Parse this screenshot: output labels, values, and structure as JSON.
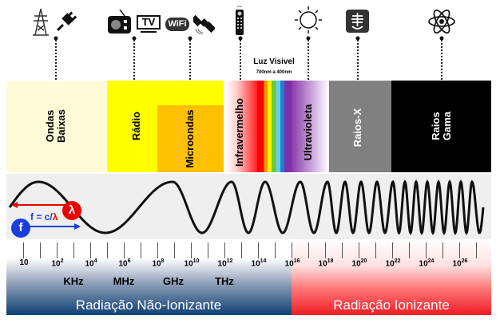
{
  "bands": {
    "ondas_baixas": [
      "Ondas",
      "Baixas"
    ],
    "radio": "Rádio",
    "microondas": "Microondas",
    "infravermelho": "Infravermelho",
    "luz_visivel": "Luz Visivel",
    "luz_visivel_range": "700nm a 400nm",
    "ultravioleta": "Ultravioleta",
    "raios_x": "Raios-X",
    "raios_gama": [
      "Raios",
      "Gama"
    ]
  },
  "formula": {
    "f": "f",
    "lambda": "λ",
    "text_prefix": "f = c/",
    "text_lambda": "λ"
  },
  "frequency_ticks": [
    {
      "base": "10",
      "exp": ""
    },
    {
      "base": "10",
      "exp": "2"
    },
    {
      "base": "10",
      "exp": "4"
    },
    {
      "base": "10",
      "exp": "6"
    },
    {
      "base": "10",
      "exp": "8"
    },
    {
      "base": "10",
      "exp": "10"
    },
    {
      "base": "10",
      "exp": "12"
    },
    {
      "base": "10",
      "exp": "14"
    },
    {
      "base": "10",
      "exp": "16"
    },
    {
      "base": "10",
      "exp": "18"
    },
    {
      "base": "10",
      "exp": "20"
    },
    {
      "base": "10",
      "exp": "22"
    },
    {
      "base": "10",
      "exp": "24"
    },
    {
      "base": "10",
      "exp": "26"
    }
  ],
  "units": [
    "KHz",
    "MHz",
    "GHz",
    "THz"
  ],
  "footer": {
    "non_ionizing": "Radiação Não-Ionizante",
    "ionizing": "Radiação Ionizante"
  },
  "tv_label": "TV",
  "wifi_label": "WiFi",
  "colors": {
    "radio": "#ffff00",
    "microondas": "#ffc000",
    "ondas_baixas": "#fffbd8",
    "raios_x": "#808080",
    "raios_gama": "#000000",
    "non_ionizing": "#0d3f73",
    "ionizing": "#ee1c24"
  }
}
